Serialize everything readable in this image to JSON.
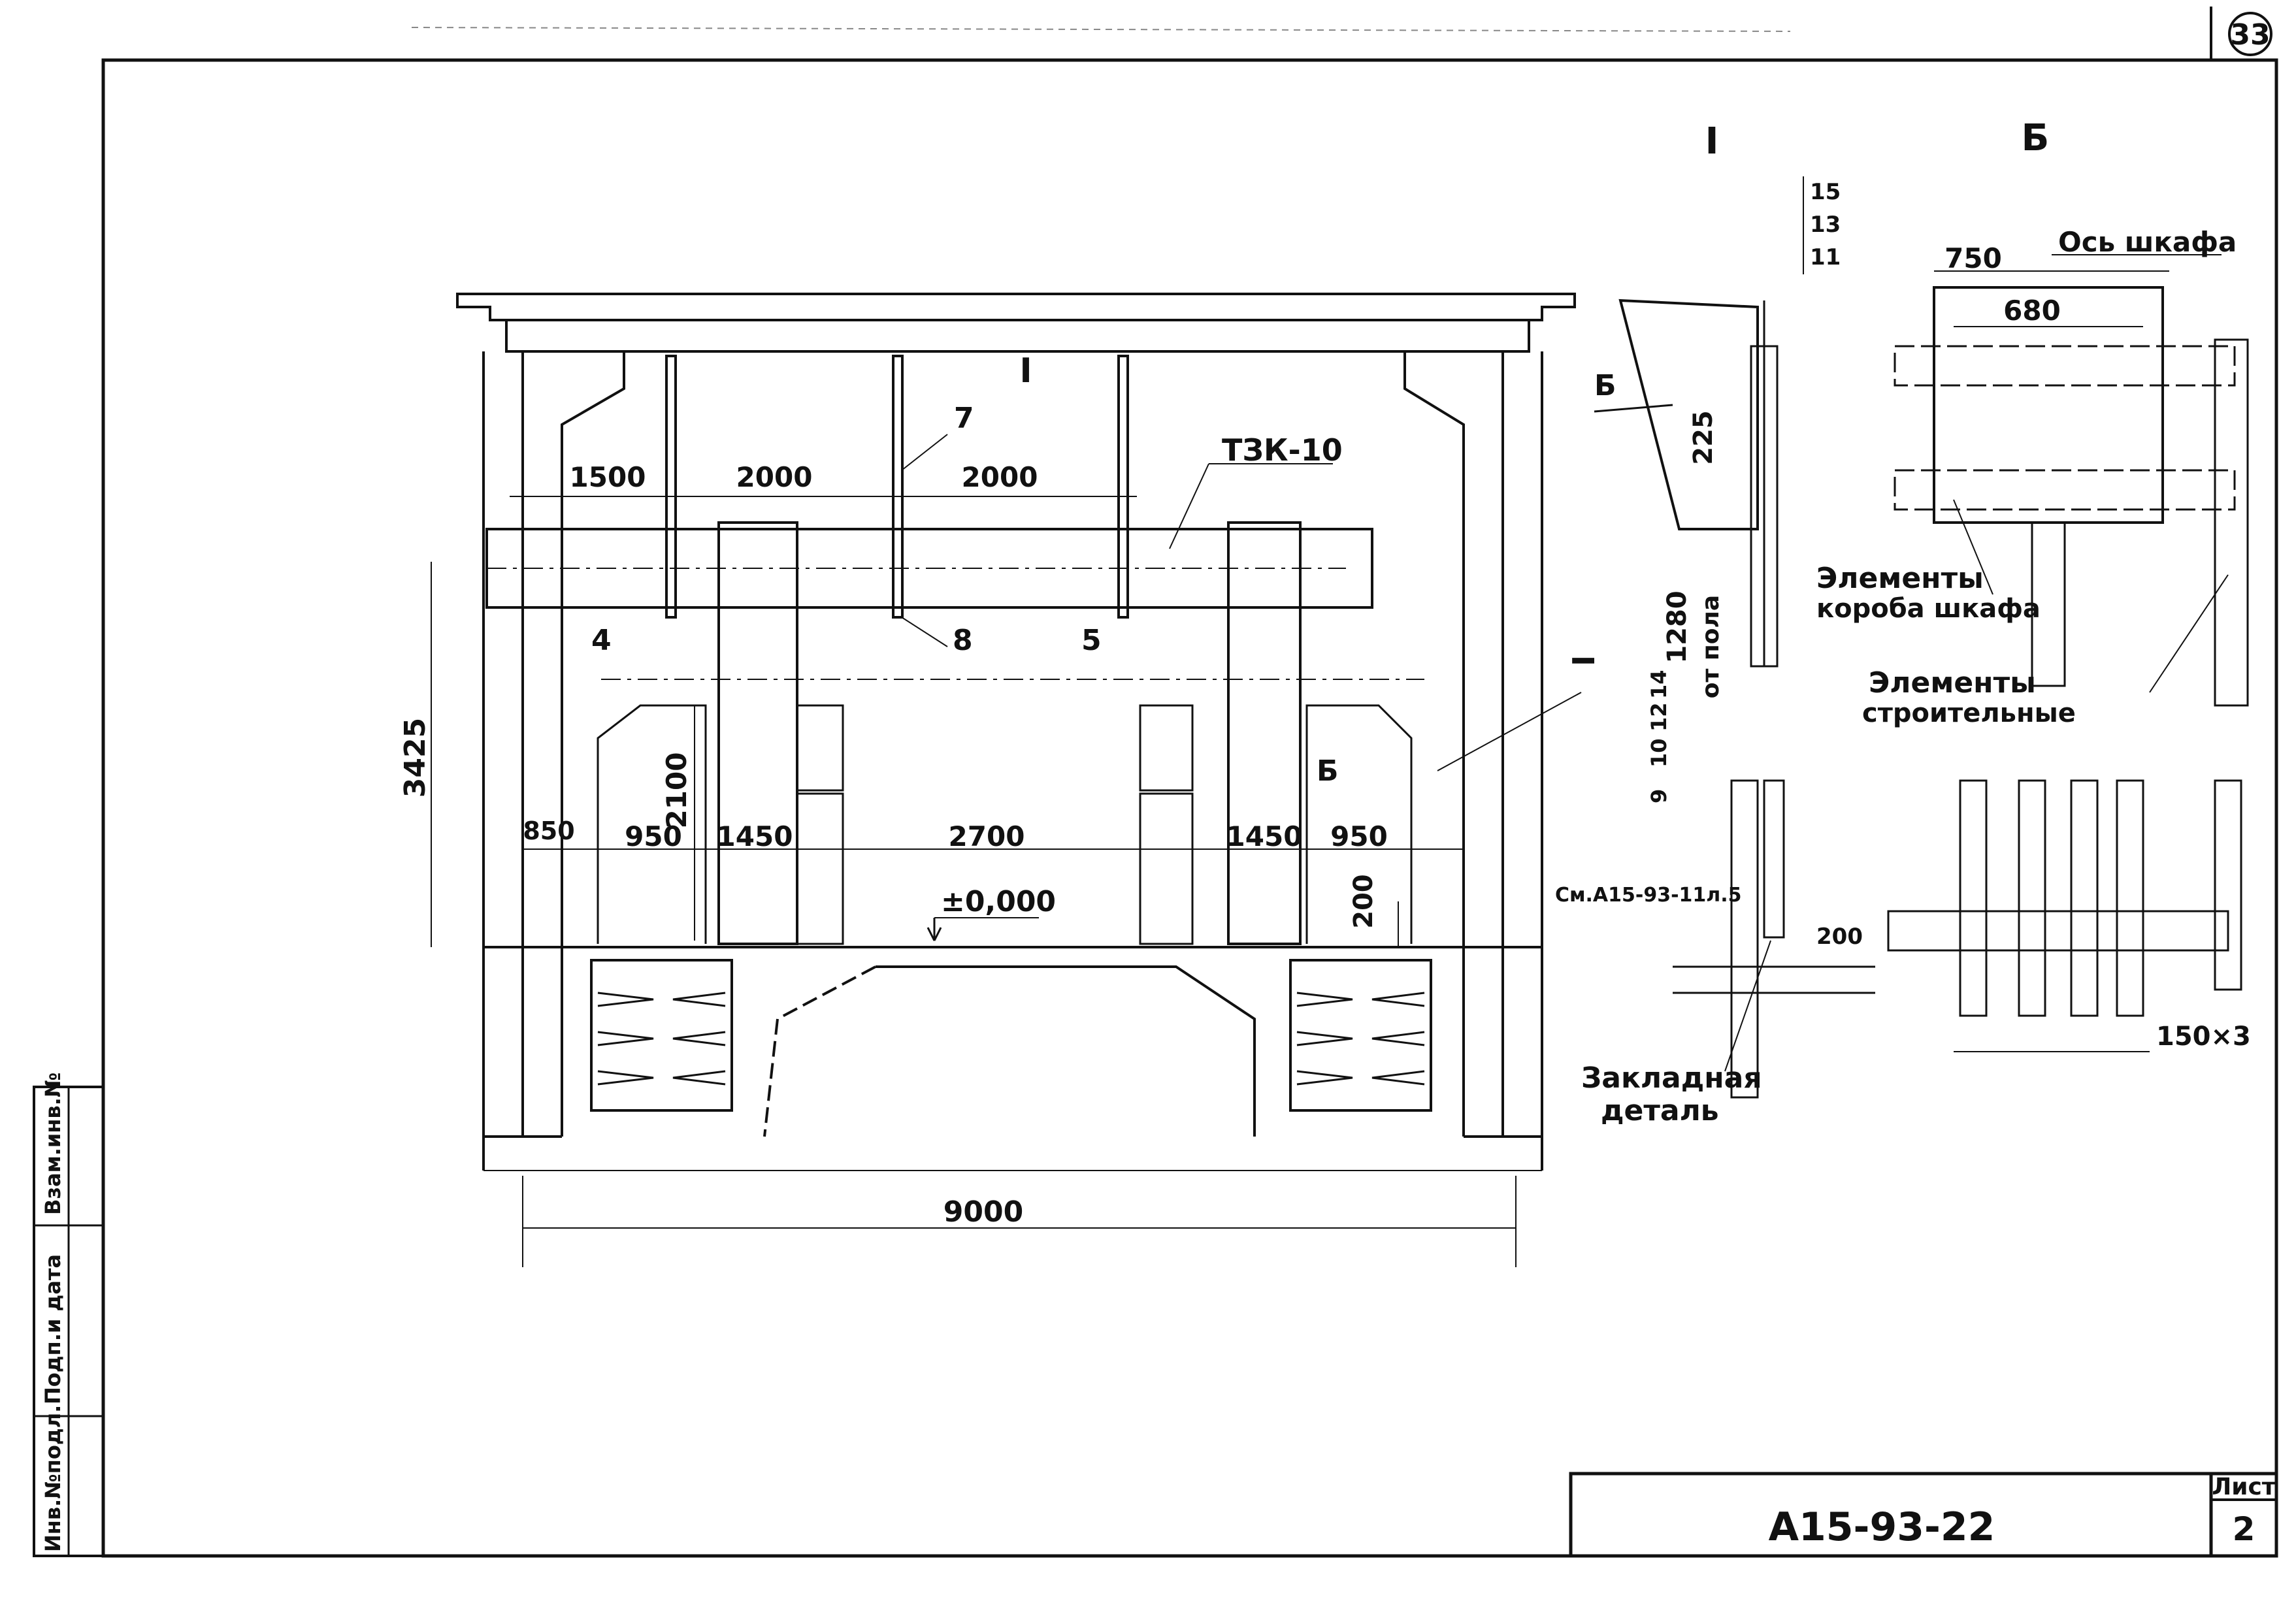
{
  "sheet_number_circle": "33",
  "drawing_code": "А15-93-22",
  "sheet_label": "Лист",
  "sheet_value": "2",
  "side_stamp": {
    "inv_orig": "Инв.№подл.",
    "sign_date": "Подп.и дата",
    "replace_inv": "Взам.инв.№"
  },
  "main_section": {
    "marker_top": "I",
    "label_tzk": "ТЗК-10",
    "item_7": "7",
    "item_8": "8",
    "item_5": "5",
    "item_4": "4",
    "dims_top": [
      "1500",
      "2000",
      "2000"
    ],
    "dim_height": "3425",
    "dim_2100": "2100",
    "dims_mid": [
      "850",
      "950",
      "1450",
      "2700",
      "1450",
      "950"
    ],
    "dim_200": "200",
    "level": "±0,000",
    "dim_total": "9000",
    "marker_b": "Б",
    "marker_I_right": "I"
  },
  "view_I": {
    "title": "I",
    "arrow_b": "Б",
    "dim_225": "225",
    "dim_1280": "1280",
    "from_floor": "от пола",
    "dims_stack_top": [
      "15",
      "13",
      "11"
    ],
    "dims_stack_low": [
      "14",
      "12",
      "10",
      "9"
    ],
    "see_ref": "См.А15-93-11л.5",
    "dim_200": "200",
    "embedded_1": "Закладная",
    "embedded_2": "деталь"
  },
  "view_B": {
    "title": "Б",
    "axis_label": "Ось шкафа",
    "dim_750": "750",
    "dim_680": "680",
    "box_elements_1": "Элементы",
    "box_elements_2": "короба шкафа",
    "build_elements_1": "Элементы",
    "build_elements_2": "строительные",
    "dim_150x3": "150×3"
  }
}
